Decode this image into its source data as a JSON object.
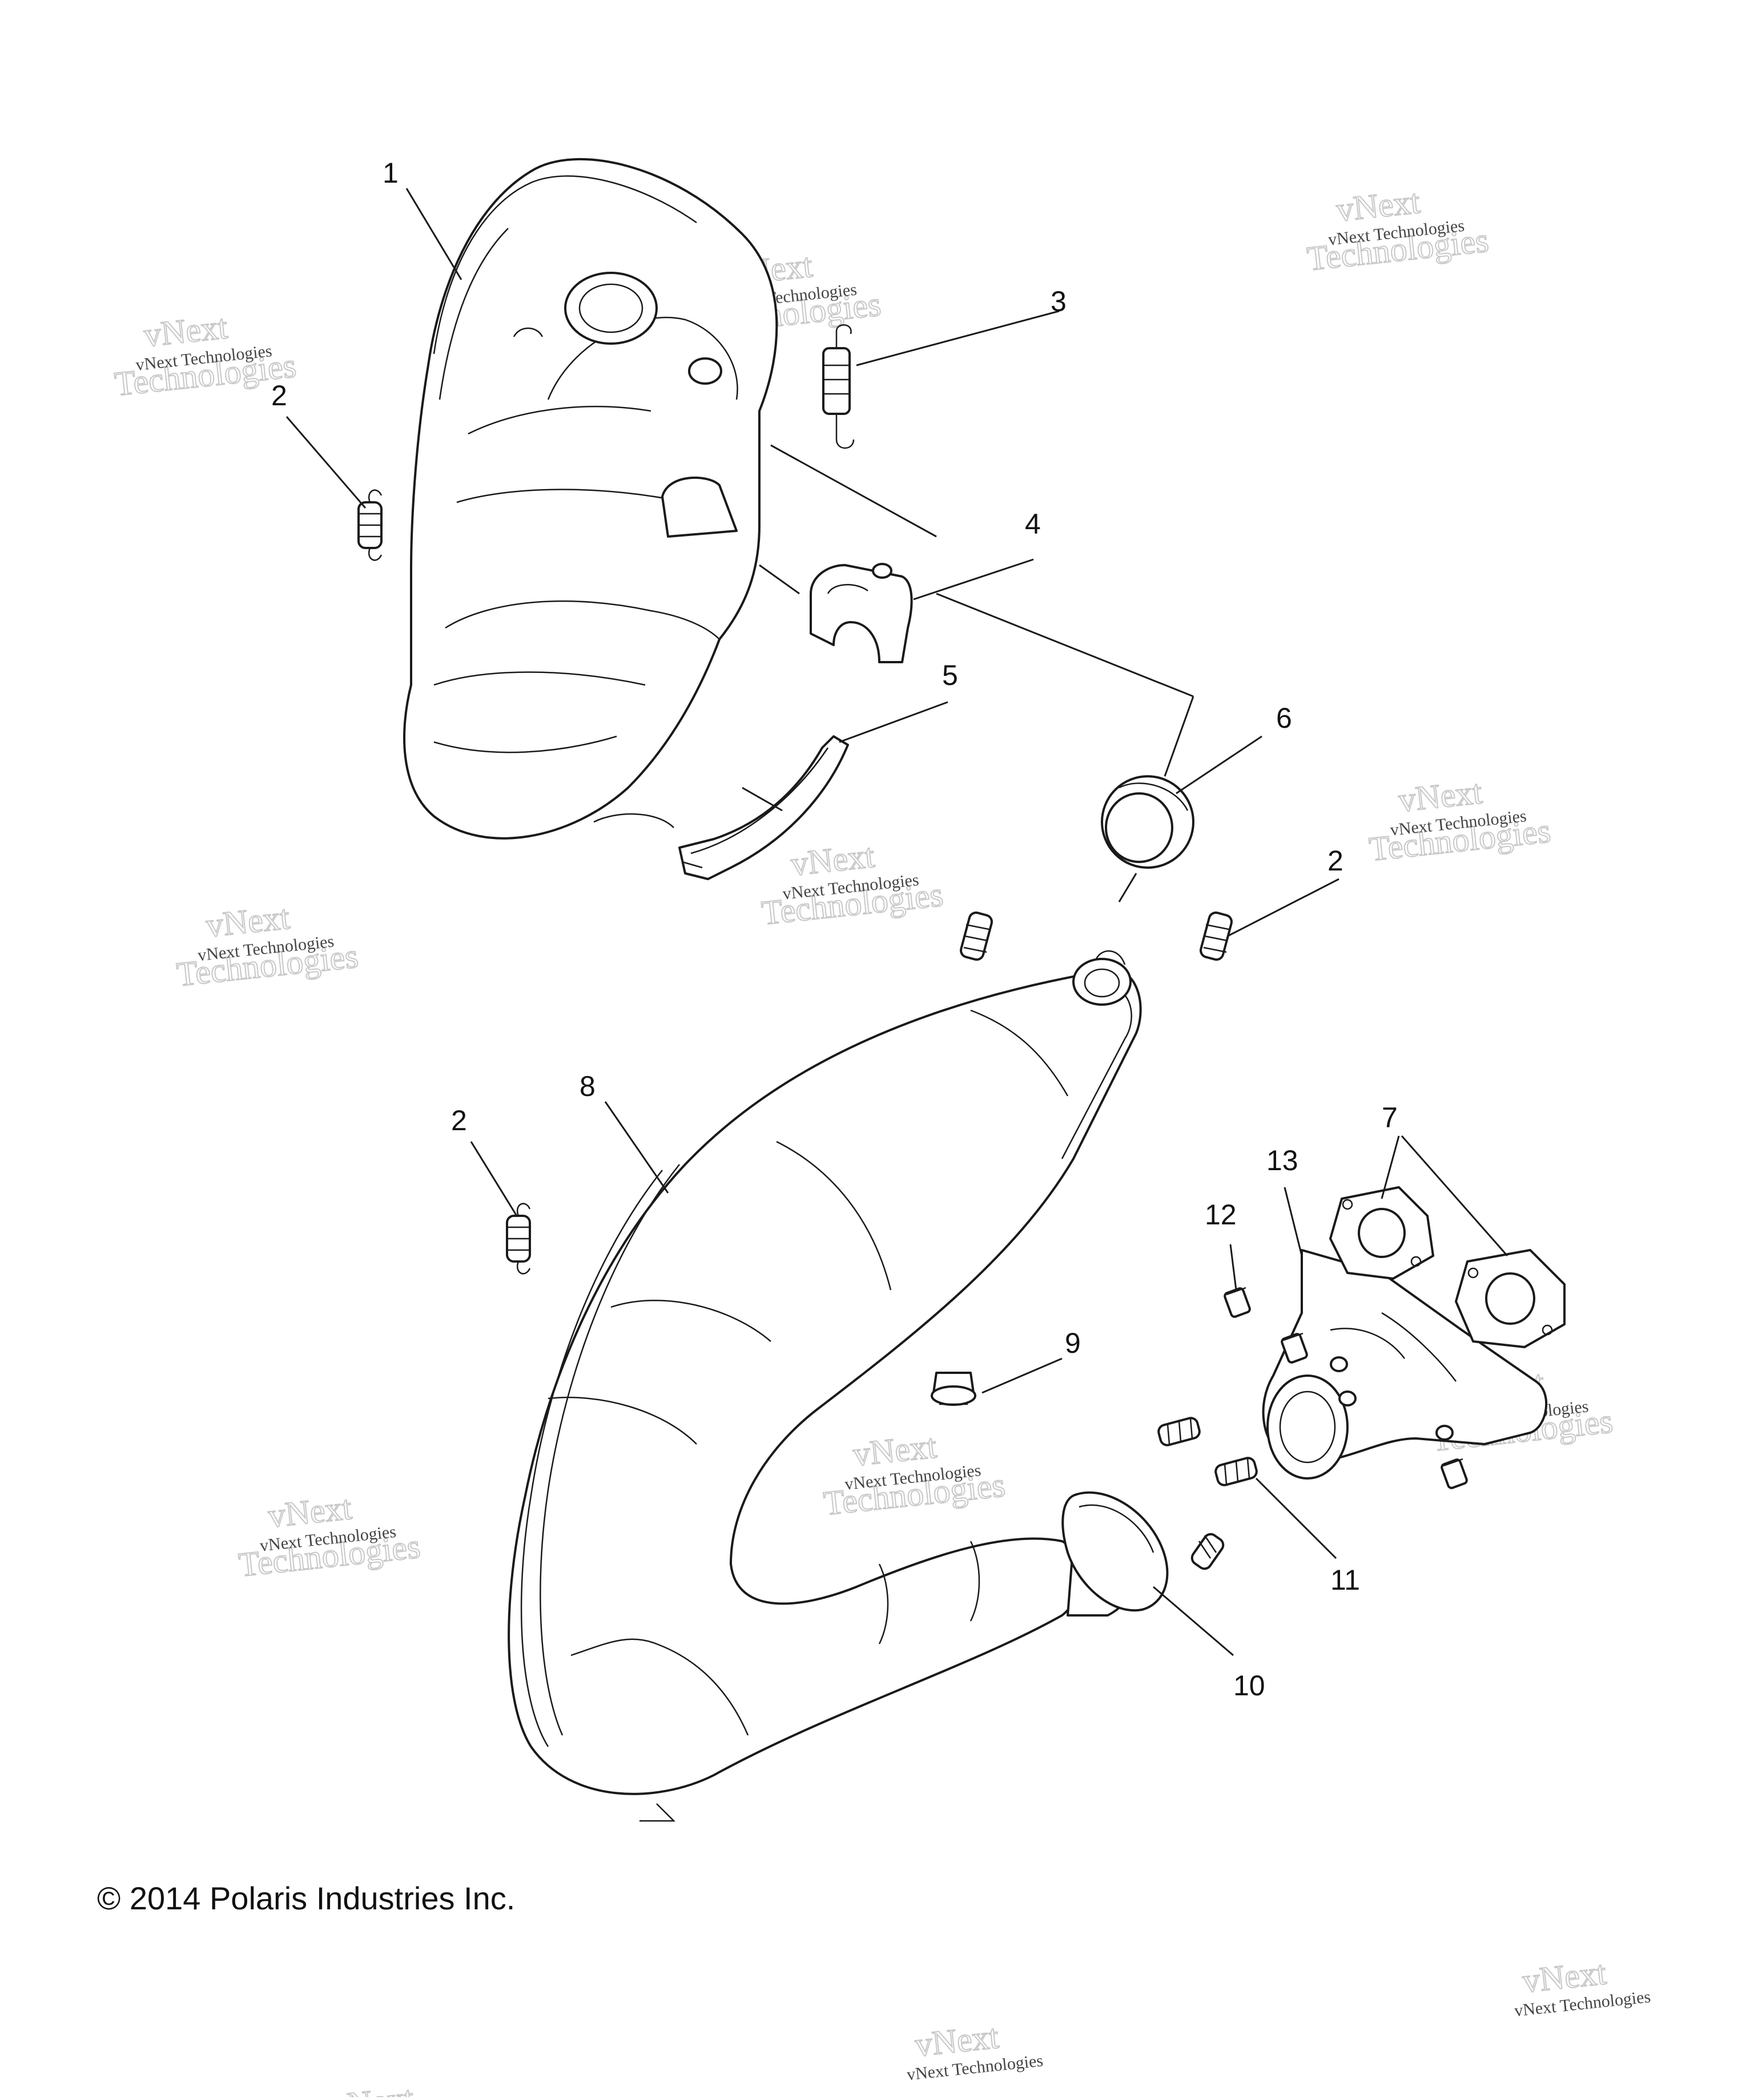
{
  "diagram": {
    "callouts": [
      {
        "id": "c1",
        "label": "1"
      },
      {
        "id": "c2a",
        "label": "2"
      },
      {
        "id": "c3",
        "label": "3"
      },
      {
        "id": "c4",
        "label": "4"
      },
      {
        "id": "c5",
        "label": "5"
      },
      {
        "id": "c6",
        "label": "6"
      },
      {
        "id": "c2b",
        "label": "2"
      },
      {
        "id": "c8",
        "label": "8"
      },
      {
        "id": "c2c",
        "label": "2"
      },
      {
        "id": "c13",
        "label": "13"
      },
      {
        "id": "c7",
        "label": "7"
      },
      {
        "id": "c12",
        "label": "12"
      },
      {
        "id": "c9",
        "label": "9"
      },
      {
        "id": "c11",
        "label": "11"
      },
      {
        "id": "c10",
        "label": "10"
      }
    ],
    "watermark": {
      "line1": "vNext Technologies",
      "line2": "Technologies",
      "line0": "vNext"
    },
    "copyright": "© 2014 Polaris Industries Inc."
  }
}
